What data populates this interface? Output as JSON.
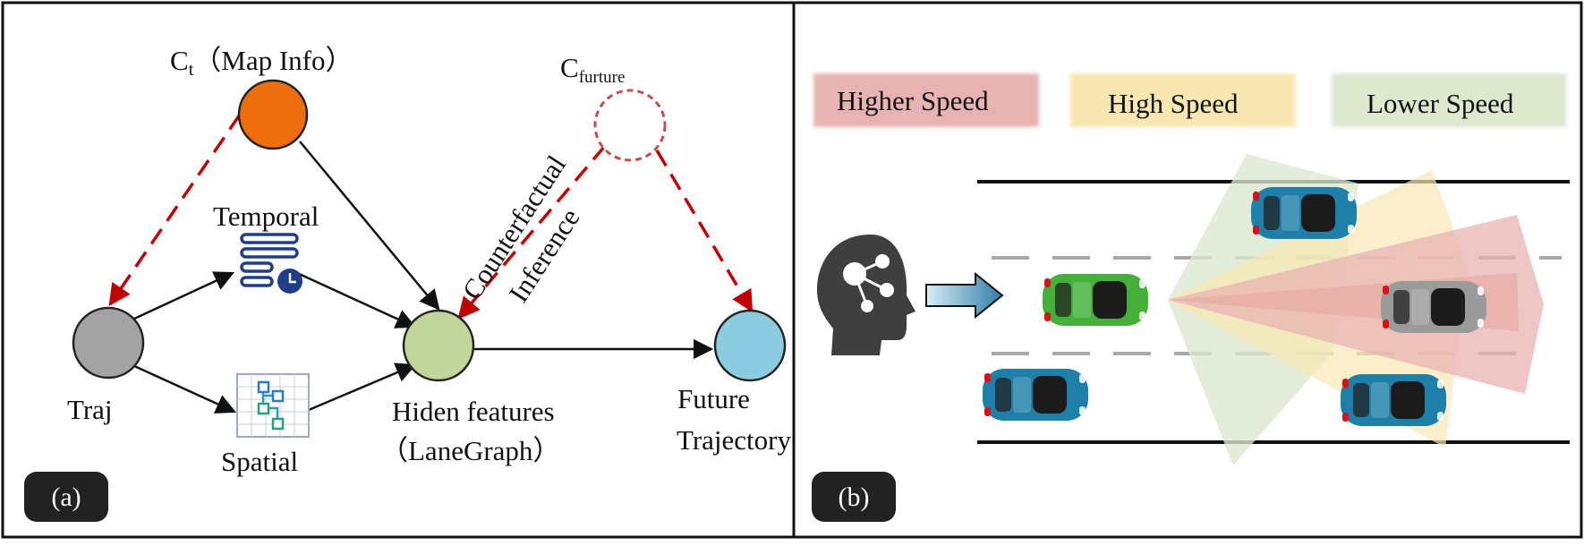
{
  "panel_a": {
    "badge": "(a)",
    "nodes": {
      "ct_main": "C",
      "ct_sub": "t",
      "ct_paren": "（Map Info）",
      "cf_main": "C",
      "cf_sub": "furture",
      "traj": "Traj",
      "temporal": "Temporal",
      "spatial": "Spatial",
      "hiden_line1": "Hiden features",
      "hiden_line2": "（LaneGraph）",
      "future_line1": "Future",
      "future_line2": "Trajectory"
    },
    "counterfactual_line1": "Counterfactual",
    "counterfactual_line2": "Inference",
    "colors": {
      "map_node": "#EE6E0F",
      "traj_node": "#A3A3A3",
      "hidden_node": "#C2D59A",
      "future_node": "#8CCCE0",
      "dashed_arrow": "#C00000",
      "icon_blue": "#1F3D8C"
    }
  },
  "panel_b": {
    "badge": "(b)",
    "legend": {
      "higher": "Higher Speed",
      "high": "High Speed",
      "lower": "Lower Speed"
    },
    "colors": {
      "higher": "#E8B3B3",
      "high": "#F9E7B3",
      "lower": "#DDE8CE",
      "ego_car": "#44B03A",
      "other_car": "#1E7FA8",
      "gray_car": "#9A9A9A",
      "head": "#3F3F3F"
    },
    "icons": [
      "brain-head-icon",
      "arrow-right-icon",
      "car-icon"
    ]
  }
}
